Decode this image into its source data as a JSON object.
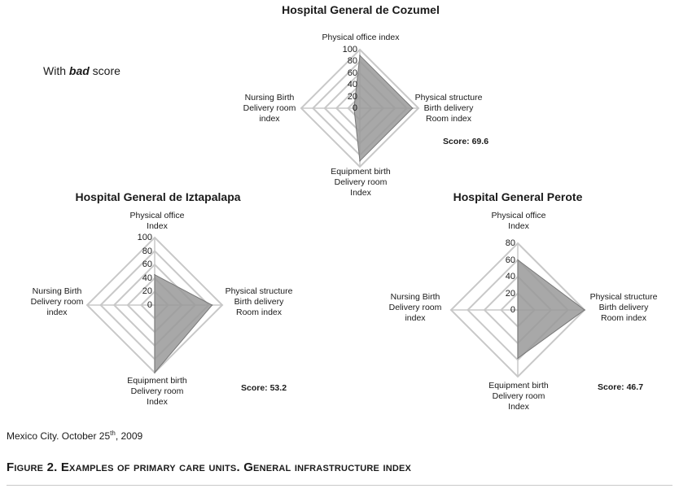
{
  "note": {
    "prefix": "With",
    "emphasis": "bad",
    "suffix": "score"
  },
  "footer": {
    "text": "Mexico City. October 25",
    "sup": "th",
    "year": ", 2009"
  },
  "caption": "Figure 2. Examples of primary care units. General infrastructure index",
  "colors": {
    "ring": "#c8c8c8",
    "fill": "#999999",
    "text": "#1a1a1a"
  },
  "chart_data": [
    {
      "type": "radar",
      "title": "Hospital General de Cozumel",
      "axes": [
        "Physical office index",
        "Physical structure\nBirth delivery\nRoom index",
        "Equipment birth\nDelivery room\nIndex",
        "Nursing Birth\nDelivery room\nindex"
      ],
      "ticks": [
        0,
        20,
        40,
        60,
        80,
        100
      ],
      "ylim": [
        0,
        100
      ],
      "values": [
        90,
        90,
        90,
        10
      ],
      "score_label": "Score: 69.6"
    },
    {
      "type": "radar",
      "title": "Hospital General de Iztapalapa",
      "axes": [
        "Physical office\nIndex",
        "Physical structure\nBirth delivery\nRoom index",
        "Equipment birth\nDelivery room\nIndex",
        "Nursing Birth\nDelivery room\nindex"
      ],
      "ticks": [
        0,
        20,
        40,
        60,
        80,
        100
      ],
      "ylim": [
        0,
        100
      ],
      "values": [
        45,
        85,
        100,
        0
      ],
      "score_label": "Score: 53.2"
    },
    {
      "type": "radar",
      "title": "Hospital General Perote",
      "axes": [
        "Physical office\nIndex",
        "Physical structure\nBirth delivery\nRoom index",
        "Equipment birth\nDelivery room\nIndex",
        "Nursing Birth\nDelivery room\nindex"
      ],
      "ticks": [
        0,
        20,
        40,
        60,
        80
      ],
      "ylim": [
        0,
        80
      ],
      "values": [
        60,
        80,
        58,
        0
      ],
      "score_label": "Score: 46.7"
    }
  ]
}
